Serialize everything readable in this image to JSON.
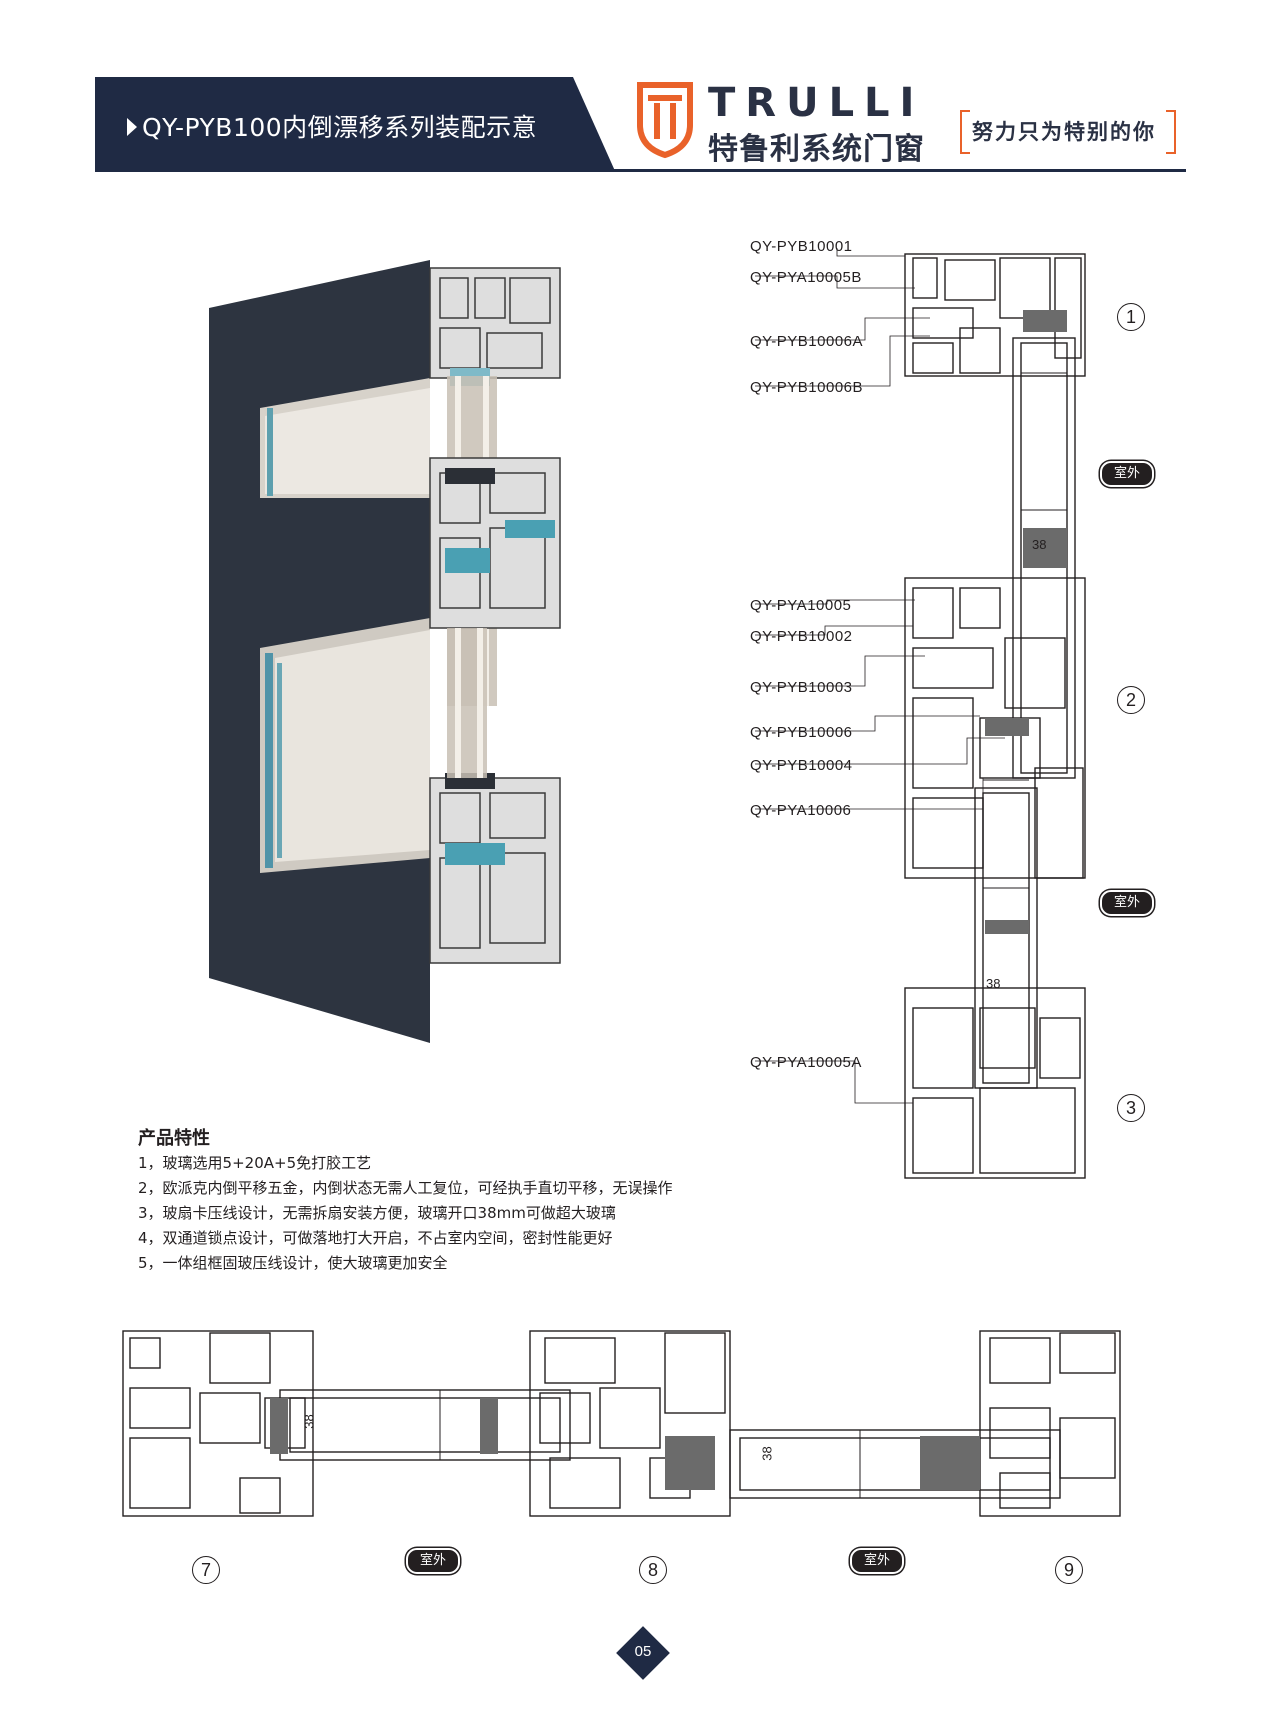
{
  "header": {
    "title": "QY-PYB100内倒漂移系列装配示意",
    "brand_en": "TRULLI",
    "brand_cn": "特鲁利系统门窗",
    "slogan": "努力只为特别的你",
    "bar_color": "#1f2a44",
    "accent_color": "#e9622a"
  },
  "section_parts": {
    "top_group": [
      "QY-PYB10001",
      "QY-PYA10005B",
      "QY-PYB10006A",
      "QY-PYB10006B"
    ],
    "middle_group": [
      "QY-PYA10005",
      "QY-PYB10002",
      "QY-PYB10003",
      "QY-PYB10006",
      "QY-PYB10004",
      "QY-PYA10006"
    ],
    "bottom_group": [
      "QY-PYA10005A"
    ]
  },
  "markers": {
    "n1": "1",
    "n2": "2",
    "n3": "3",
    "n7": "7",
    "n8": "8",
    "n9": "9",
    "outdoor": "室外",
    "glass_opening": "38"
  },
  "features": {
    "title": "产品特性",
    "items": [
      "1，玻璃选用5+20A+5免打胶工艺",
      "2，欧派克内倒平移五金，内倒状态无需人工复位，可经执手直切平移，无误操作",
      "3，玻扇卡压线设计，无需拆扇安装方便，玻璃开口38mm可做超大玻璃",
      "4，双通道锁点设计，可做落地打大开启，不占室内空间，密封性能更好",
      "5，一体组框固玻压线设计，使大玻璃更加安全"
    ]
  },
  "page_number": "05"
}
